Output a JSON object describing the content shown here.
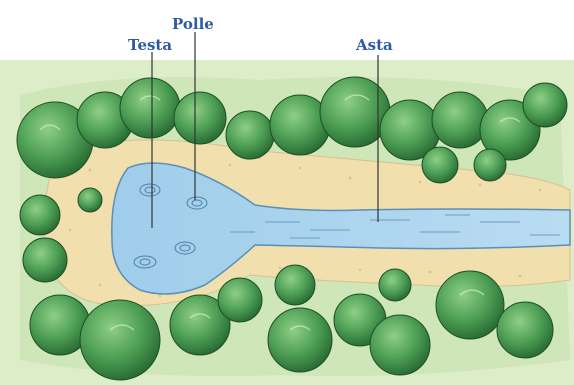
{
  "labels": {
    "head": "Testa",
    "pools": "Polle",
    "shaft": "Asta"
  },
  "colors": {
    "water": "#a9d3ee",
    "water_edge": "#5b8fb5",
    "sand": "#f2dfae",
    "grass": "#cfe6b8",
    "tree_dark": "#2f7d3f",
    "tree_mid": "#4d9e55",
    "tree_light": "#7fc07a",
    "label_color": "#2f5aa8",
    "pointer_line": "#333333"
  },
  "icons": [
    "pool-ripple-icon",
    "tree-canopy-icon"
  ]
}
